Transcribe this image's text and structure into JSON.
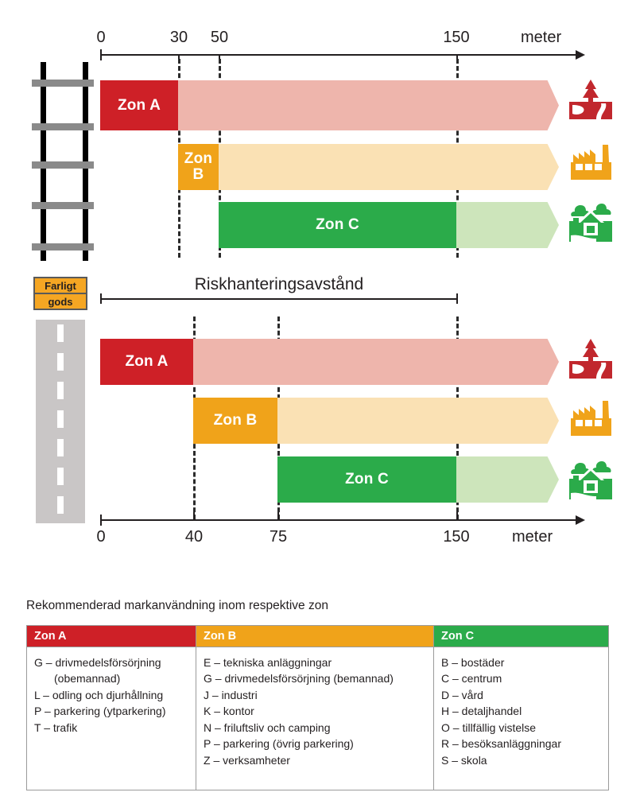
{
  "colors": {
    "zoneA": "#ce2027",
    "zoneA_fade": "#eeb5ac",
    "zoneB": "#f0a31a",
    "zoneB_fade": "#fae1b4",
    "zoneC": "#2bab4a",
    "zoneC_fade": "#cde5bb",
    "axis": "#231f20",
    "rail": "#000000",
    "sleeper": "#8a8a8a",
    "road": "#c9c6c6",
    "road_marking": "#ffffff",
    "placard": "#f5a623",
    "table_border": "#9b9b9b"
  },
  "railway_diagram": {
    "source_icon_name": "railway-track-icon",
    "axis": {
      "position": "top",
      "ticks": [
        {
          "label": "0",
          "value": 0
        },
        {
          "label": "30",
          "value": 30
        },
        {
          "label": "50",
          "value": 50
        },
        {
          "label": "150",
          "value": 150
        }
      ],
      "unit": "meter",
      "range": [
        0,
        185
      ]
    },
    "zones": [
      {
        "label": "Zon A",
        "solid_from": 0,
        "solid_to": 30,
        "fade_to": 150,
        "arrow_to": 172,
        "land_use_icon": "nature-recreation-icon"
      },
      {
        "label": "Zon B",
        "solid_from": 30,
        "solid_to": 50,
        "fade_to": 150,
        "arrow_to": 172,
        "land_use_icon": "factory-industry-icon"
      },
      {
        "label": "Zon C",
        "solid_from": 50,
        "solid_to": 150,
        "fade_to": 150,
        "arrow_to": 172,
        "land_use_icon": "residential-housing-icon"
      }
    ]
  },
  "road_diagram": {
    "source_icon_name": "road-icon",
    "placard": {
      "line1": "Farligt",
      "line2": "gods"
    },
    "span": {
      "label": "Riskhanteringsavstånd",
      "from": 0,
      "to": 150
    },
    "axis": {
      "position": "bottom",
      "ticks": [
        {
          "label": "0",
          "value": 0
        },
        {
          "label": "40",
          "value": 40
        },
        {
          "label": "75",
          "value": 75
        },
        {
          "label": "150",
          "value": 150
        }
      ],
      "unit": "meter",
      "range": [
        0,
        185
      ]
    },
    "zones": [
      {
        "label": "Zon A",
        "solid_from": 0,
        "solid_to": 40,
        "fade_to": 150,
        "arrow_to": 172,
        "land_use_icon": "nature-recreation-icon"
      },
      {
        "label": "Zon B",
        "solid_from": 40,
        "solid_to": 75,
        "fade_to": 150,
        "arrow_to": 172,
        "land_use_icon": "factory-industry-icon"
      },
      {
        "label": "Zon C",
        "solid_from": 75,
        "solid_to": 150,
        "fade_to": 150,
        "arrow_to": 172,
        "land_use_icon": "residential-housing-icon"
      }
    ]
  },
  "table": {
    "caption": "Rekommenderad markanvändning inom respektive zon",
    "columns": [
      {
        "header": "Zon A",
        "items": [
          {
            "text": "G – drivmedelsförsörjning",
            "continuation": false
          },
          {
            "text": "(obemannad)",
            "continuation": true
          },
          {
            "text": "L – odling och djurhållning",
            "continuation": false
          },
          {
            "text": "P – parkering (ytparkering)",
            "continuation": false
          },
          {
            "text": "T – trafik",
            "continuation": false
          }
        ]
      },
      {
        "header": "Zon B",
        "items": [
          {
            "text": "E – tekniska anläggningar",
            "continuation": false
          },
          {
            "text": "G – drivmedelsförsörjning (bemannad)",
            "continuation": false
          },
          {
            "text": "J – industri",
            "continuation": false
          },
          {
            "text": "K – kontor",
            "continuation": false
          },
          {
            "text": "N – friluftsliv och camping",
            "continuation": false
          },
          {
            "text": "P – parkering (övrig parkering)",
            "continuation": false
          },
          {
            "text": "Z – verksamheter",
            "continuation": false
          }
        ]
      },
      {
        "header": "Zon C",
        "items": [
          {
            "text": "B – bostäder",
            "continuation": false
          },
          {
            "text": "C – centrum",
            "continuation": false
          },
          {
            "text": "D – vård",
            "continuation": false
          },
          {
            "text": "H – detaljhandel",
            "continuation": false
          },
          {
            "text": "O – tillfällig vistelse",
            "continuation": false
          },
          {
            "text": "R – besöksanläggningar",
            "continuation": false
          },
          {
            "text": "S – skola",
            "continuation": false
          }
        ]
      }
    ]
  }
}
